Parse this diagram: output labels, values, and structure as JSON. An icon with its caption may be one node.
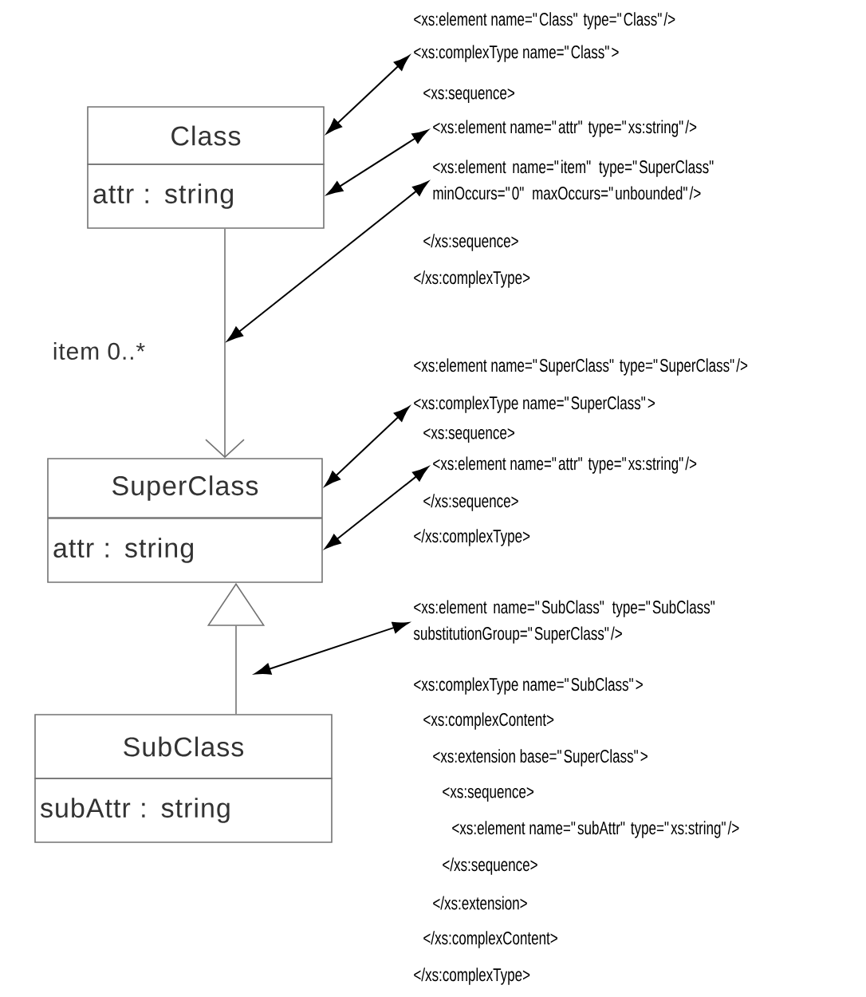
{
  "diagram": {
    "nodes": [
      {
        "text": [
          "Class"
        ]
      },
      {
        "text": [
          "attr : string"
        ]
      },
      {
        "text": [
          "SuperClass"
        ]
      },
      {
        "text": [
          "attr : string"
        ]
      },
      {
        "text": [
          "SubClass"
        ]
      },
      {
        "text": [
          "subAttr : string"
        ]
      },
      {
        "text": [
          "<xs:complexType name=\"Class\">"
        ]
      },
      {
        "text": [
          "<xs:element name=\"attr\" type=\"xs:string\"/>"
        ]
      },
      {
        "text": [
          "<xs:element name=\"item\" type=\"SuperClass\" minOccurs=\"0\" maxOccurs=\"unbounded\"/>"
        ]
      },
      {
        "text": [
          "<xs:complexType name=\"SuperClass\">"
        ]
      },
      {
        "text": [
          "<xs:element name=\"attr\" type=\"xs:string\"/>"
        ]
      },
      {
        "text": [
          "<xs:element name=\"SubClass\" type=\"SubClass\" substitutionGroup=\"SuperClass\"/>"
        ]
      }
    ],
    "edges": [
      {
        "from": 6,
        "to": 0,
        "arrow": "both"
      },
      {
        "from": 7,
        "to": 1,
        "arrow": "both"
      },
      {
        "from": 8,
        "to": null,
        "arrow": "both"
      },
      {
        "from": 9,
        "to": 2,
        "arrow": "both"
      },
      {
        "from": 10,
        "to": 3,
        "arrow": "both"
      },
      {
        "from": 11,
        "to": null,
        "arrow": "both"
      },
      {
        "from": 1,
        "to": 2,
        "arrow": "to",
        "label": "item 0..*",
        "color": "#737373"
      },
      {
        "from": 4,
        "to": 3,
        "arrow": "to",
        "color": "#737373"
      }
    ],
    "labels": [
      "<xs:element name=\"Class\" type=\"Class\"/>",
      "<xs:sequence>",
      "</xs:sequence>",
      "</xs:complexType>",
      "<xs:element name=\"SuperClass\" type=\"SuperClass\"/>",
      "<xs:sequence>",
      "</xs:sequence>",
      "</xs:complexType>",
      "<xs:complexType name=\"SubClass\">",
      "<xs:complexContent>",
      "<xs:extension base=\"SuperClass\">",
      "<xs:sequence>",
      "<xs:element name=\"subAttr\" type=\"xs:string\"/>",
      "</xs:sequence>",
      "</xs:extension>",
      "</xs:complexContent>",
      "</xs:complexType>"
    ]
  }
}
